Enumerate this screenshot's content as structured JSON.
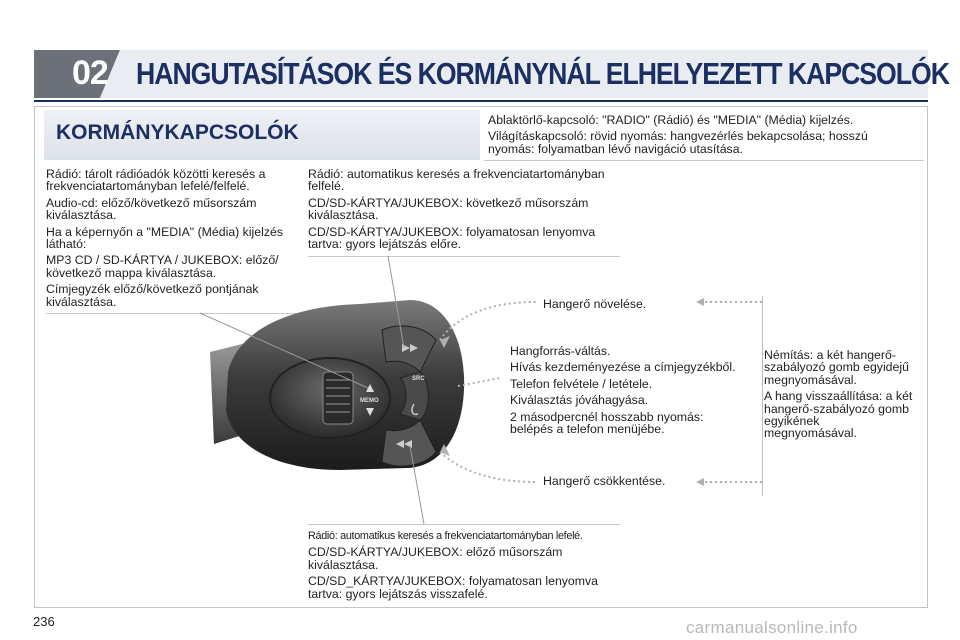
{
  "header": {
    "chapter_number": "02",
    "chapter_title": "HANGUTASÍTÁSOK ÉS KORMÁNYNÁL ELHELYEZETT KAPCSOLÓK"
  },
  "section_title": "KORMÁNYKAPCSOLÓK",
  "top_right_text": [
    "Ablaktörlő-kapcsoló: \"RADIO\" (Rádió) és \"MEDIA\" (Média) kijelzés.",
    "Világításkapcsoló: rövid nyomás: hangvezérlés bekapcsolása; hosszú nyomás: folyamatban lévő navigáció utasítása."
  ],
  "left_text": [
    "Rádió: tárolt rádióadók közötti keresés a frekvenciatartományban lefelé/felfelé.",
    "Audio-cd: előző/következő műsorszám kiválasztása.",
    "Ha a képernyőn a \"MEDIA\" (Média) kijelzés látható:",
    "MP3 CD / SD-KÁRTYA / JUKEBOX: előző/ következő mappa kiválasztása.",
    "Címjegyzék előző/következő pontjának kiválasztása."
  ],
  "center_top_text": [
    "Rádió: automatikus keresés a frekvenciatartományban felfelé.",
    "CD/SD-KÁRTYA/JUKEBOX: következő műsorszám kiválasztása.",
    "CD/SD-KÁRTYA/JUKEBOX: folyamatosan lenyomva tartva: gyors lejátszás előre."
  ],
  "volume_up": "Hangerő növelése.",
  "center_mid_text": [
    "Hangforrás-váltás.",
    "Hívás kezdeményezése a címjegyzékből.",
    "Telefon felvétele / letétele.",
    "Kiválasztás jóváhagyása.",
    "2 másodpercnél hosszabb nyomás: belépés a telefon menüjébe."
  ],
  "volume_down": "Hangerő csökkentése.",
  "right_text": [
    "Némítás: a két hangerő-szabályozó gomb egyidejű megnyomásával.",
    "A hang visszaállítása: a két hangerő-szabályozó gomb egyikének megnyomásával."
  ],
  "bottom_text": [
    "Rádió: automatikus keresés a frekvenciatartományban lefelé.",
    "CD/SD-KÁRTYA/JUKEBOX: előző műsorszám kiválasztása.",
    "CD/SD_KÁRTYA/JUKEBOX: folyamatosan lenyomva tartva: gyors lejátszás visszafelé."
  ],
  "control_labels": {
    "memo": "MEMO",
    "src": "SRC"
  },
  "page_number": "236",
  "watermark": "carmanualsonline.info",
  "colors": {
    "header_blue": "#1b2f63",
    "tab_gray": "#6b7079",
    "frame": "#bfc5cc"
  }
}
